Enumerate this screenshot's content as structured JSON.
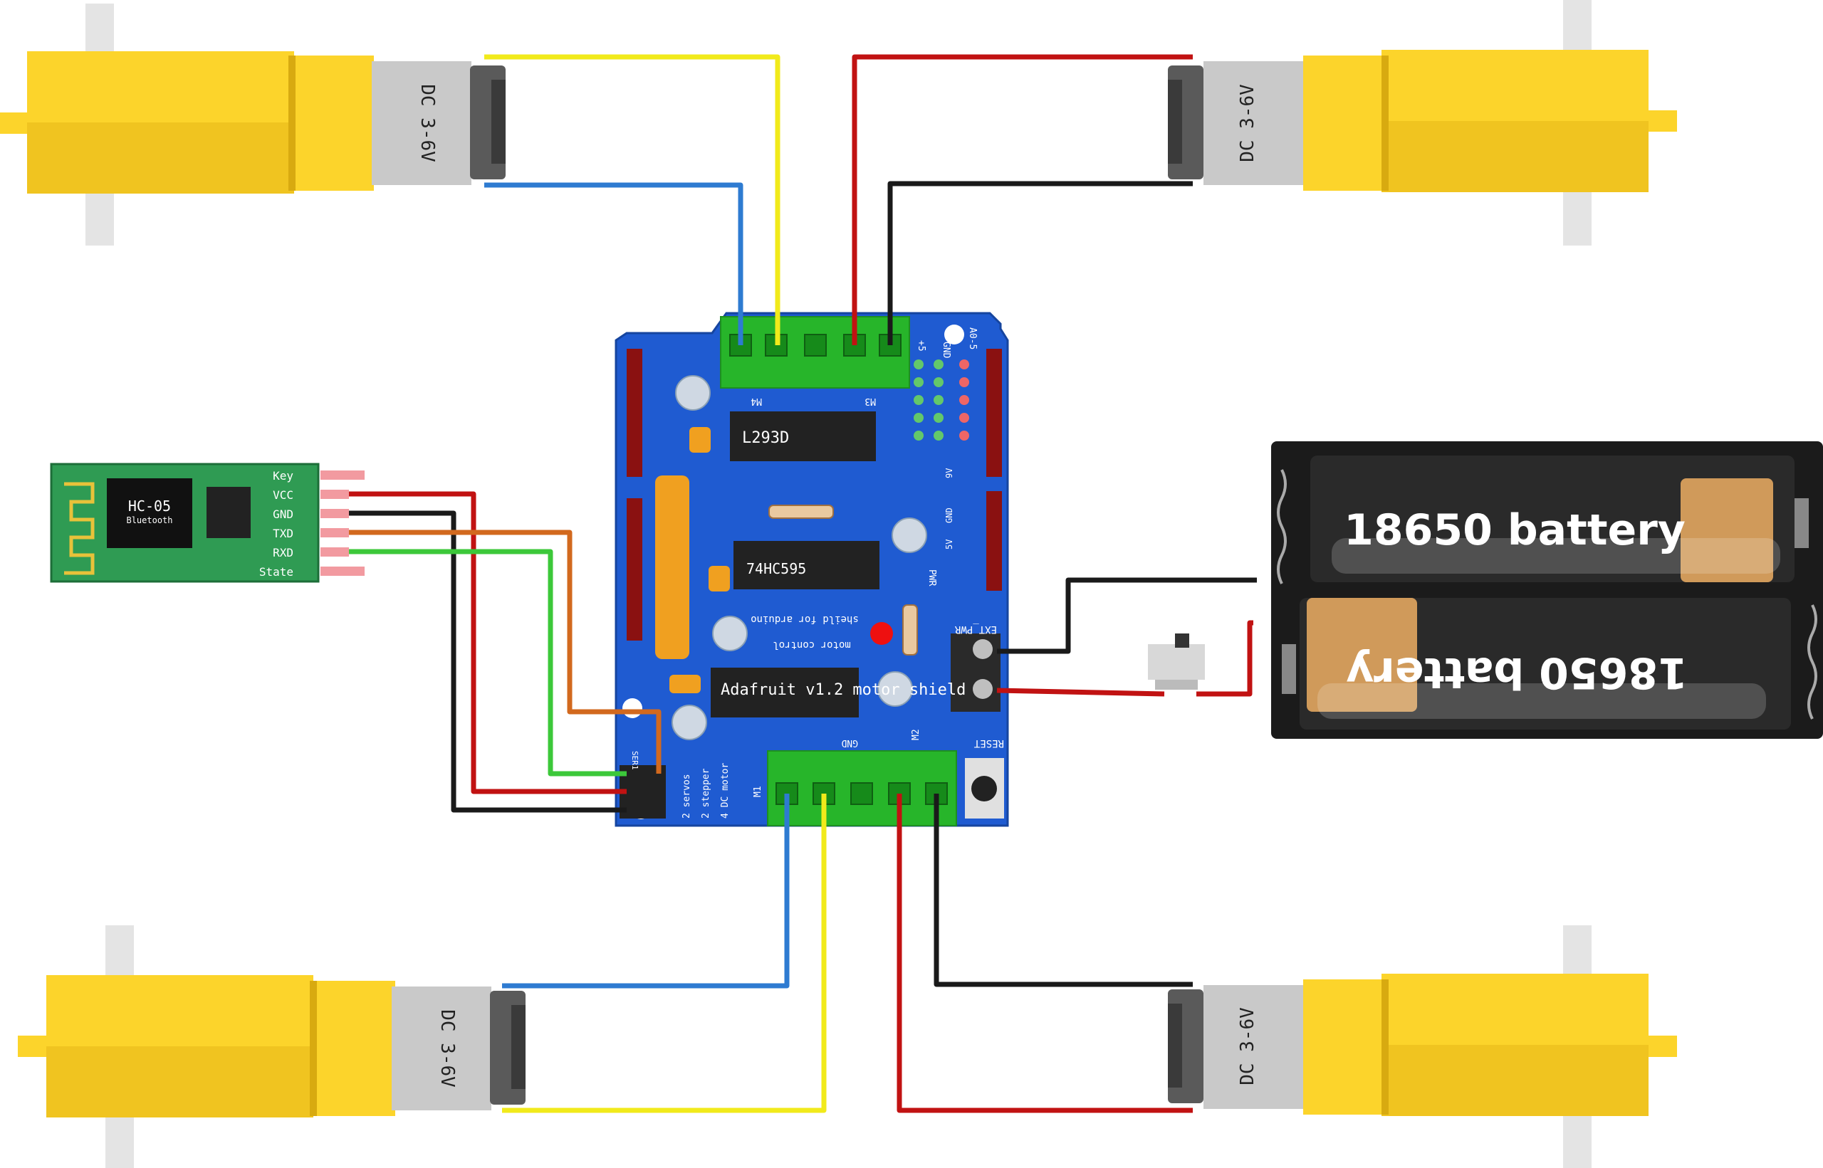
{
  "motors": {
    "top_left_label": "DC 3-6V",
    "top_right_label": "DC 3-6V",
    "bottom_left_label": "DC 3-6V",
    "bottom_right_label": "DC 3-6V"
  },
  "bluetooth": {
    "model": "HC-05",
    "subtitle": "Bluetooth",
    "pins": [
      "Key",
      "VCC",
      "GND",
      "TXD",
      "RXD",
      "State"
    ]
  },
  "shield": {
    "chip1": "L293D",
    "chip2": "74HC595",
    "title": "Adafruit v1.2 motor shield",
    "subtitle1": "sheild for arduino",
    "subtitle2": "motor control",
    "label_m4": "M4",
    "label_m3": "M3",
    "label_m1": "M1",
    "label_m2": "M2",
    "label_gnd": "GND",
    "label_gnd2": "GND",
    "label_5v": "+5",
    "label_a05": "A0-5",
    "label_ext_pwr": "EXT_PWR",
    "label_reset": "RESET",
    "label_pwr": "PWR",
    "label_ser1": "SER1",
    "servo_label_1": "2 servos",
    "servo_label_2": "2 stepper",
    "servo_label_3": "4 DC motor",
    "label_9v": "9V",
    "label_gnd3": "GND",
    "label_5v2": "5V"
  },
  "battery": {
    "cell1_label": "18650 battery",
    "cell2_label": "18650 battery"
  },
  "colors": {
    "motor_yellow": "#fcd42b",
    "motor_can": "#c8c8c8",
    "shield_blue": "#1f5bd1",
    "terminal_green": "#27b52a",
    "wire_red": "#c11212",
    "wire_black": "#1a1a1a",
    "wire_yellow": "#f1ea1b",
    "wire_blue": "#2e7bd1",
    "wire_green": "#3cc83a",
    "wire_orange": "#d2691e",
    "bt_green": "#2f9b53",
    "battery_case": "#1b1b1b",
    "battery_cell": "#d09a5a"
  }
}
